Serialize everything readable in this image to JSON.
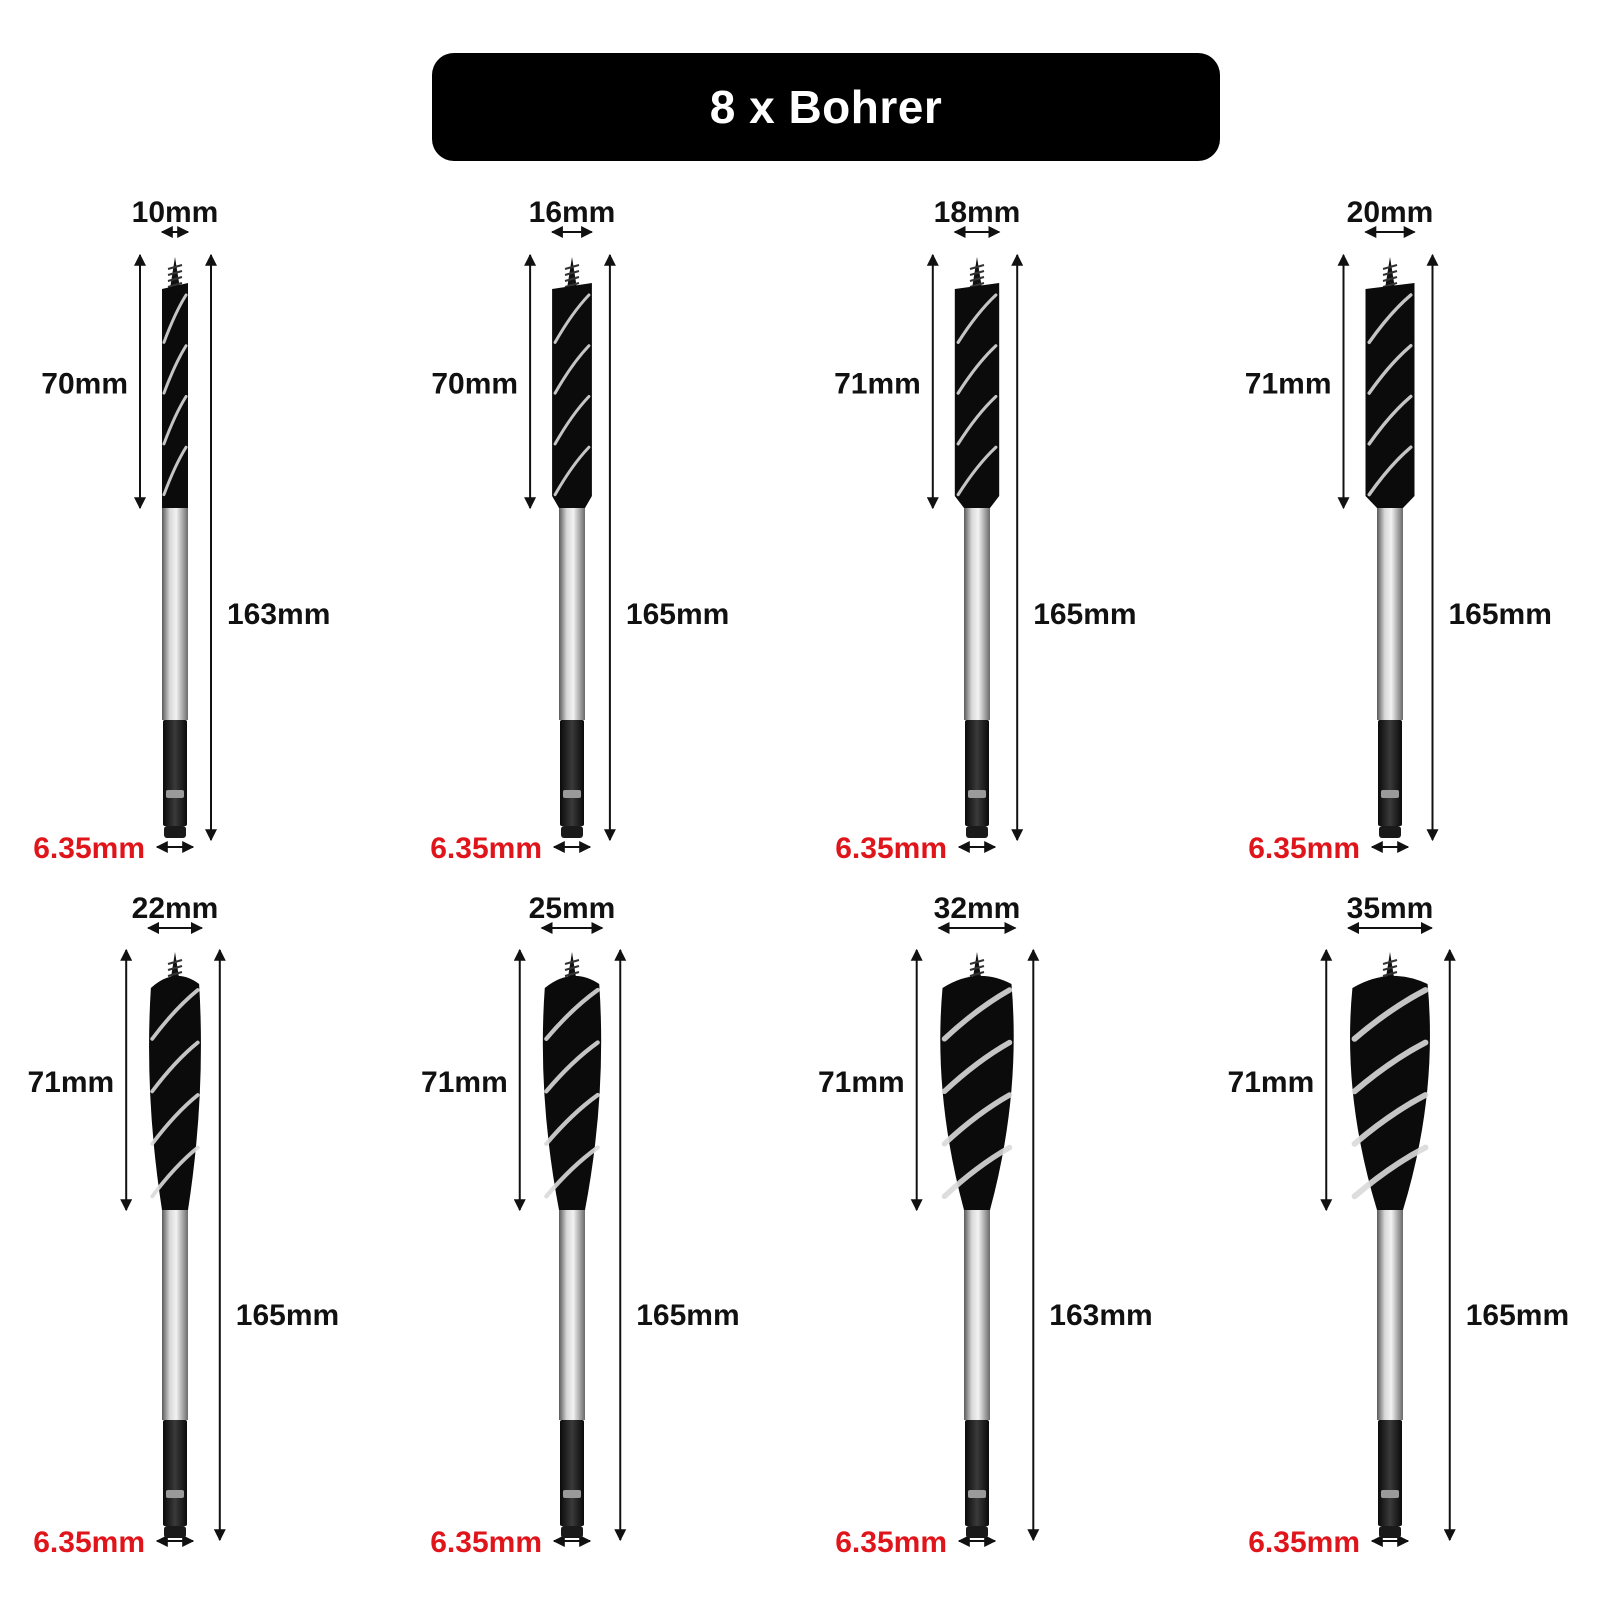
{
  "title": "8 x Bohrer",
  "colors": {
    "text": "#111111",
    "shank_label": "#e0151b",
    "banner": "#000000"
  },
  "bits": [
    {
      "diameter": "10mm",
      "flute_length": "70mm",
      "total_length": "163mm",
      "shank": "6.35mm",
      "diameter_mm": 10
    },
    {
      "diameter": "16mm",
      "flute_length": "70mm",
      "total_length": "165mm",
      "shank": "6.35mm",
      "diameter_mm": 16
    },
    {
      "diameter": "18mm",
      "flute_length": "71mm",
      "total_length": "165mm",
      "shank": "6.35mm",
      "diameter_mm": 18
    },
    {
      "diameter": "20mm",
      "flute_length": "71mm",
      "total_length": "165mm",
      "shank": "6.35mm",
      "diameter_mm": 20
    },
    {
      "diameter": "22mm",
      "flute_length": "71mm",
      "total_length": "165mm",
      "shank": "6.35mm",
      "diameter_mm": 22
    },
    {
      "diameter": "25mm",
      "flute_length": "71mm",
      "total_length": "165mm",
      "shank": "6.35mm",
      "diameter_mm": 25
    },
    {
      "diameter": "32mm",
      "flute_length": "71mm",
      "total_length": "163mm",
      "shank": "6.35mm",
      "diameter_mm": 32
    },
    {
      "diameter": "35mm",
      "flute_length": "71mm",
      "total_length": "165mm",
      "shank": "6.35mm",
      "diameter_mm": 35
    }
  ]
}
